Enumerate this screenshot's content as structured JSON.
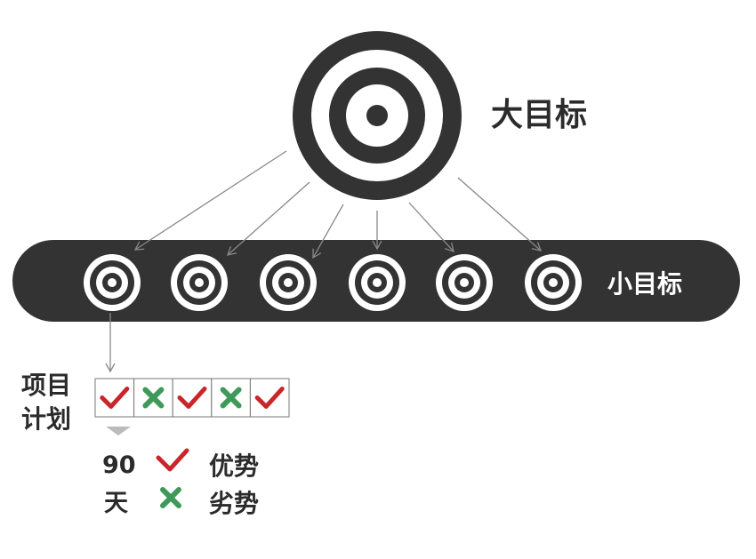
{
  "big_goal": {
    "label": "大目标"
  },
  "small_goals": {
    "label": "小目标",
    "count": 6
  },
  "project_plan": {
    "label_line1": "项目",
    "label_line2": "计划",
    "cells": [
      "check",
      "cross",
      "check",
      "cross",
      "check"
    ]
  },
  "legend": {
    "days_number": "90",
    "days_unit": "天",
    "advantage_label": "优势",
    "disadvantage_label": "劣势"
  },
  "colors": {
    "dark": "#333333",
    "check": "#c8262b",
    "cross": "#3f9a5a",
    "arrow": "#888888"
  }
}
